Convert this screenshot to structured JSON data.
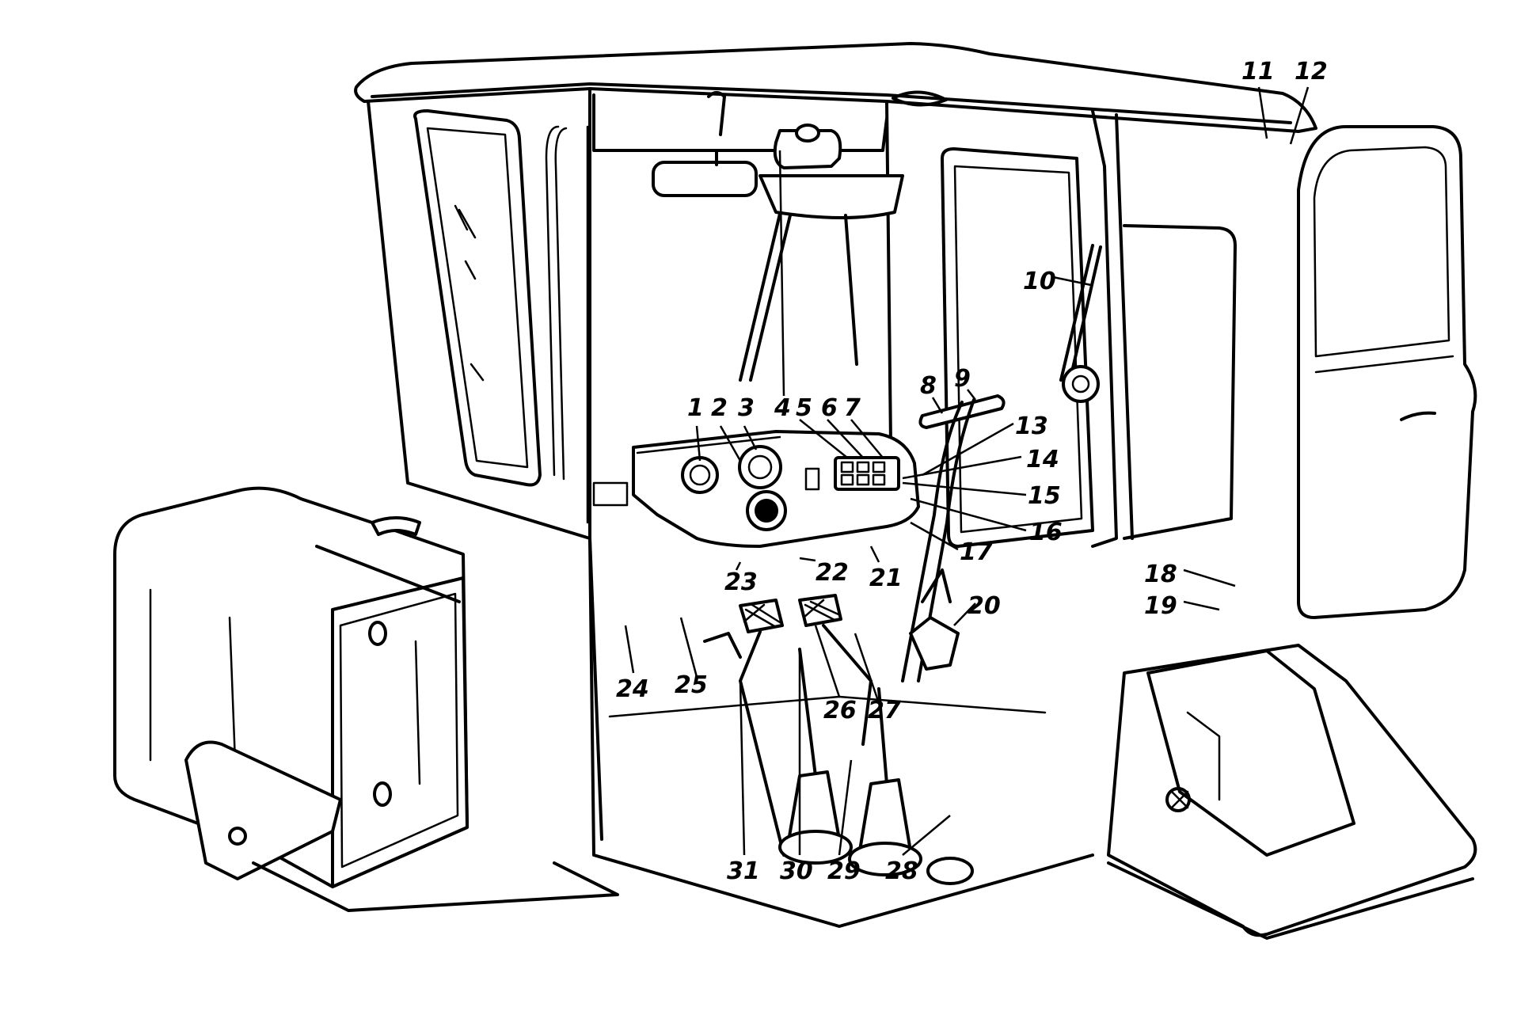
{
  "figure": {
    "callouts": [
      {
        "id": "c1",
        "text": "1"
      },
      {
        "id": "c2",
        "text": "2"
      },
      {
        "id": "c3",
        "text": "3"
      },
      {
        "id": "c4",
        "text": "4"
      },
      {
        "id": "c5",
        "text": "5"
      },
      {
        "id": "c6",
        "text": "6"
      },
      {
        "id": "c7",
        "text": "7"
      },
      {
        "id": "c8",
        "text": "8"
      },
      {
        "id": "c9",
        "text": "9"
      },
      {
        "id": "c10",
        "text": "10"
      },
      {
        "id": "c11",
        "text": "11"
      },
      {
        "id": "c12",
        "text": "12"
      },
      {
        "id": "c13",
        "text": "13"
      },
      {
        "id": "c14",
        "text": "14"
      },
      {
        "id": "c15",
        "text": "15"
      },
      {
        "id": "c16",
        "text": "16"
      },
      {
        "id": "c17",
        "text": "17"
      },
      {
        "id": "c18",
        "text": "18"
      },
      {
        "id": "c19",
        "text": "19"
      },
      {
        "id": "c20",
        "text": "20"
      },
      {
        "id": "c21",
        "text": "21"
      },
      {
        "id": "c22",
        "text": "22"
      },
      {
        "id": "c23",
        "text": "23"
      },
      {
        "id": "c24",
        "text": "24"
      },
      {
        "id": "c25",
        "text": "25"
      },
      {
        "id": "c26",
        "text": "26"
      },
      {
        "id": "c27",
        "text": "27"
      },
      {
        "id": "c28",
        "text": "28"
      },
      {
        "id": "c29",
        "text": "29"
      },
      {
        "id": "c30",
        "text": "30"
      },
      {
        "id": "c31",
        "text": "31"
      }
    ]
  }
}
